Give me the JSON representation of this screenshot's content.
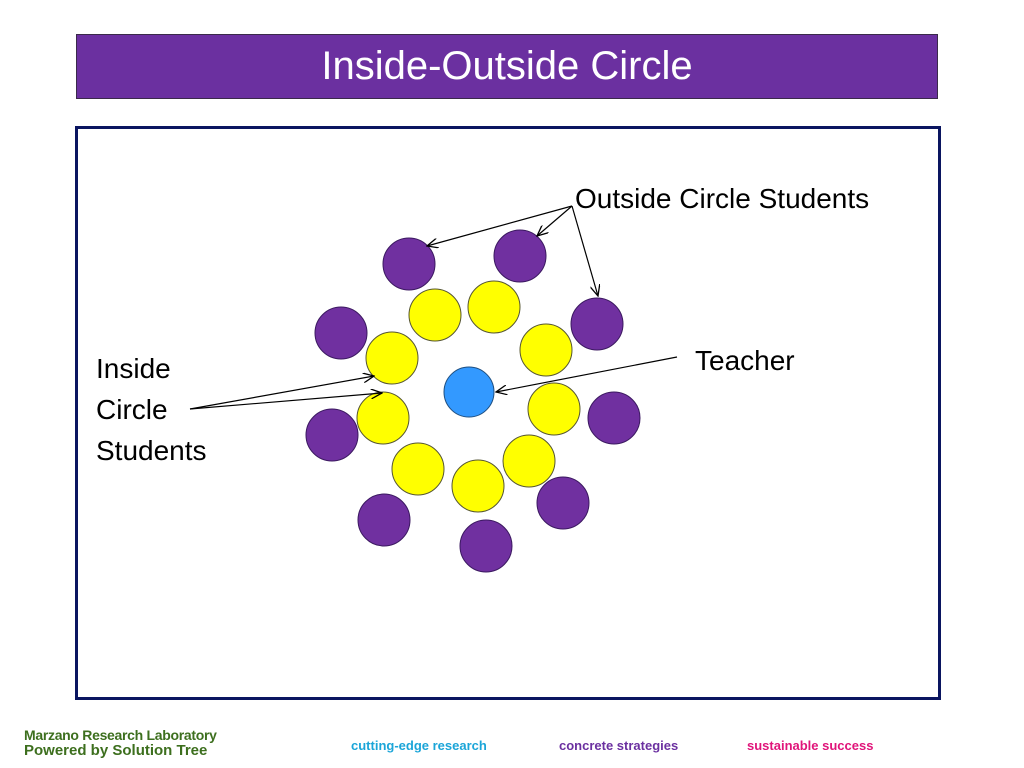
{
  "title": "Inside-Outside Circle",
  "labels": {
    "outside": "Outside Circle Students",
    "teacher": "Teacher",
    "inside_lines": [
      "Inside",
      "Circle",
      "Students"
    ]
  },
  "footer": {
    "brand_line1": "Marzano Research Laboratory",
    "brand_line2": "Powered by Solution Tree",
    "tag1": "cutting-edge research",
    "tag2": "concrete strategies",
    "tag3": "sustainable success"
  },
  "colors": {
    "title_bar": "#6b30a0",
    "outside_circle": "#7030a0",
    "inside_circle": "#ffff00",
    "teacher_circle": "#3399ff",
    "frame_border": "#0a1560",
    "brand_green": "#3d6f1e",
    "tag1": "#1ba5d8",
    "tag2": "#6b30a0",
    "tag3": "#e0147a"
  }
}
